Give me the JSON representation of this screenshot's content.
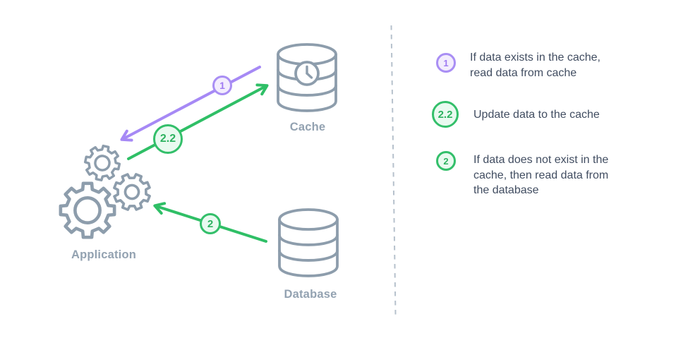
{
  "colors": {
    "purple_arrow": "#a689f5",
    "purple_badge_ring": "#a98ef4",
    "purple_badge_fill": "#f3edfd",
    "green_arrow": "#2fbf66",
    "green_badge_ring": "#33bf6a",
    "green_badge_fill": "#e9faf0",
    "icon_gray": "#8d9dac",
    "node_label_gray": "#93a2b1",
    "legend_text": "#414d61",
    "divider": "#b6c1cc"
  },
  "diagram": {
    "nodes": [
      {
        "id": "application",
        "label": "Application",
        "icon": "gears-icon"
      },
      {
        "id": "cache",
        "label": "Cache",
        "icon": "cache-cylinder-clock-icon"
      },
      {
        "id": "database",
        "label": "Database",
        "icon": "database-cylinder-icon"
      }
    ],
    "arrows": [
      {
        "label": "1",
        "color": "purple",
        "from": "cache",
        "to": "application"
      },
      {
        "label": "2.2",
        "color": "green",
        "from": "application",
        "to": "cache"
      },
      {
        "label": "2",
        "color": "green",
        "from": "database",
        "to": "application"
      }
    ]
  },
  "legend": {
    "items": [
      {
        "badge": "1",
        "color": "purple",
        "text": "If data exists in the cache,\nread data from cache"
      },
      {
        "badge": "2.2",
        "color": "green",
        "text": "Update data to the cache"
      },
      {
        "badge": "2",
        "color": "green",
        "text": "If data does not exist in the\ncache, then read data from\nthe database"
      }
    ]
  }
}
